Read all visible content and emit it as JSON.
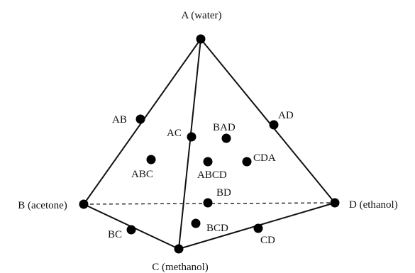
{
  "vertices": {
    "A": "A (water)",
    "B": "B (acetone)",
    "C": "C (methanol)",
    "D": "D (ethanol)"
  },
  "mixtures": {
    "AB": "AB",
    "AC": "AC",
    "AD": "AD",
    "BC": "BC",
    "BD": "BD",
    "CD": "CD",
    "ABC": "ABC",
    "BAD": "BAD",
    "BCD": "BCD",
    "CDA": "CDA",
    "ABCD": "ABCD"
  }
}
